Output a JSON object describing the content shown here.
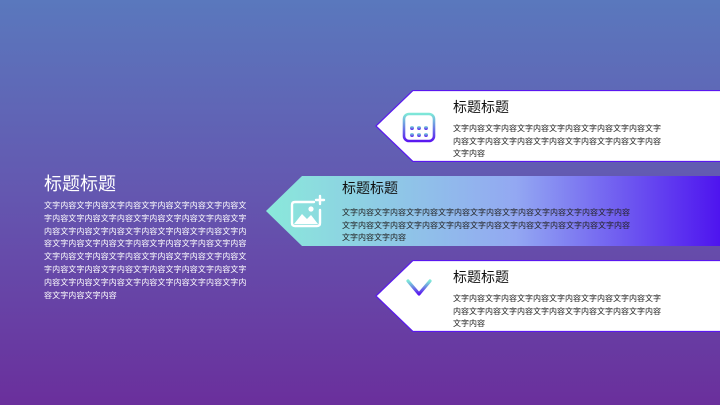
{
  "colors": {
    "bg_top": "#5a78bd",
    "bg_bottom": "#6a2f9c",
    "accent_start": "#7ee8d8",
    "accent_end": "#5a18f0",
    "card_fill": "#ffffff",
    "card_border": "#5a18f0"
  },
  "left": {
    "title": "标题标题",
    "body": "文字内容文字内容文字内容文字内容文字内容文字内容文字内容文字内容文字内容文字内容文字内容文字内容文字内容文字内容文字内容文字内容文字内容文字内容文字内容文字内容文字内容文字内容文字内容文字内容文字内容文字内容文字内容文字内容文字内容文字内容文字内容文字内容文字内容文字内容文字内容文字内容文字内容文字内容文字内容文字内容文字内容文字内容文字内容文字内容文字内容文字内容"
  },
  "cards": [
    {
      "icon": "calendar-icon",
      "title": "标题标题",
      "body": "文字内容文字内容文字内容文字内容文字内容文字内容文字内容文字内容文字内容文字内容文字内容文字内容文字内容文字内容"
    },
    {
      "icon": "image-add-icon",
      "title": "标题标题",
      "body": "文字内容文字内容文字内容文字内容文字内容文字内容文字内容文字内容文字内容文字内容文字内容文字内容文字内容文字内容文字内容文字内容文字内容文字内容文字内容文字内容"
    },
    {
      "icon": "yen-icon",
      "title": "标题标题",
      "body": "文字内容文字内容文字内容文字内容文字内容文字内容文字内容文字内容文字内容文字内容文字内容文字内容文字内容文字内容"
    }
  ]
}
